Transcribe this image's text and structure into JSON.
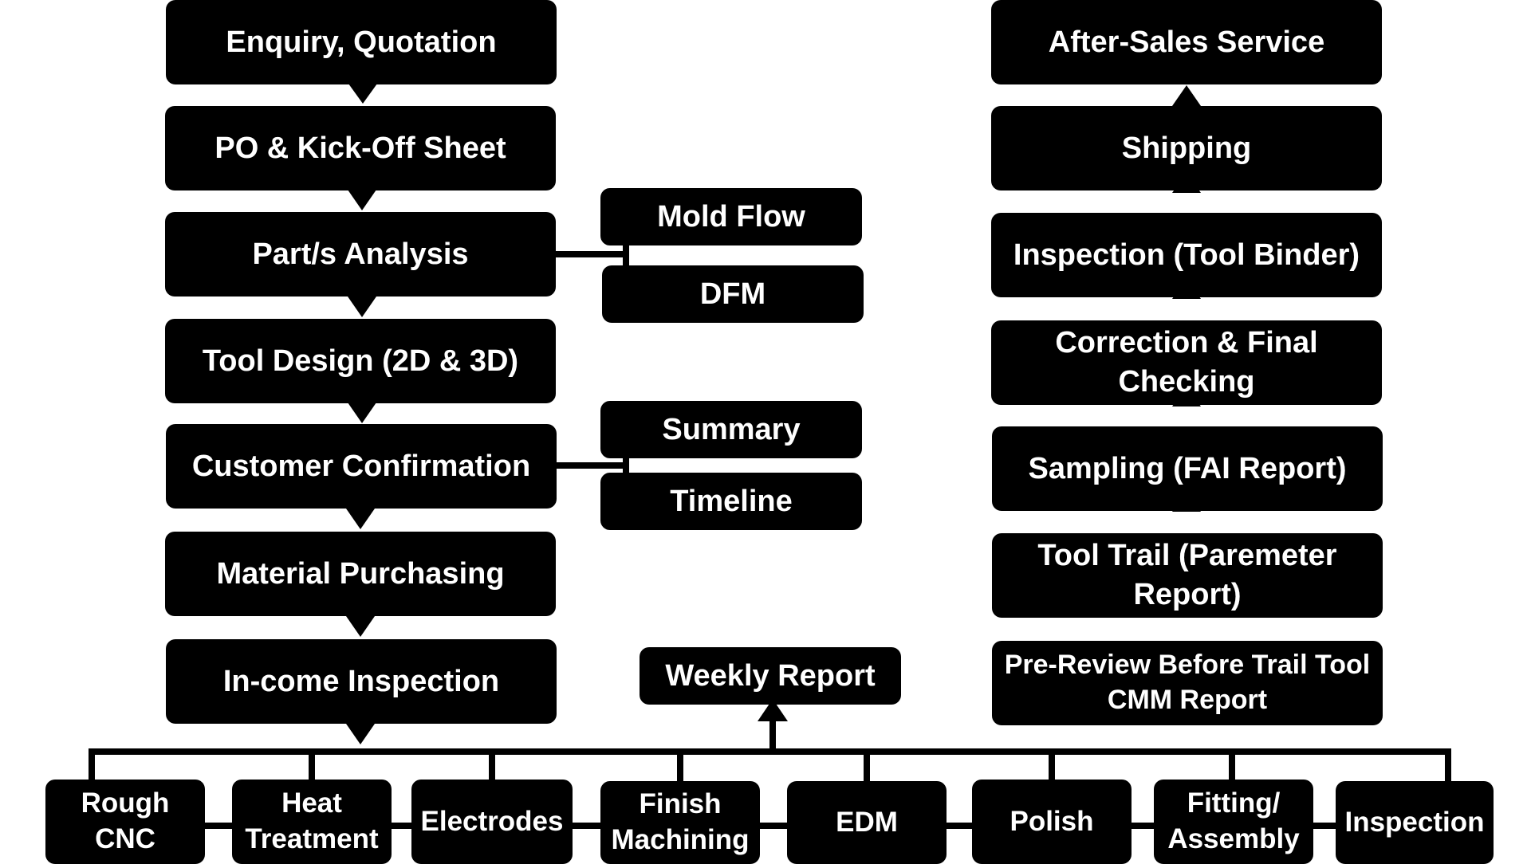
{
  "left_column": [
    {
      "id": "enquiry",
      "label": "Enquiry, Quotation"
    },
    {
      "id": "po",
      "label": "PO & Kick-Off Sheet"
    },
    {
      "id": "part-analysis",
      "label": "Part/s Analysis"
    },
    {
      "id": "tool-design",
      "label": "Tool Design (2D & 3D)"
    },
    {
      "id": "customer-confirmation",
      "label": "Customer Confirmation"
    },
    {
      "id": "material-purchasing",
      "label": "Material Purchasing"
    },
    {
      "id": "incoming-inspection",
      "label": "In-come Inspection"
    }
  ],
  "side_boxes": {
    "part_analysis": [
      {
        "id": "mold-flow",
        "label": "Mold Flow"
      },
      {
        "id": "dfm",
        "label": "DFM"
      }
    ],
    "customer_confirmation": [
      {
        "id": "summary",
        "label": "Summary"
      },
      {
        "id": "timeline",
        "label": "Timeline"
      }
    ],
    "weekly_report": {
      "id": "weekly-report",
      "label": "Weekly Report"
    }
  },
  "manufacturing_steps": [
    {
      "id": "rough-cnc",
      "label": "Rough CNC"
    },
    {
      "id": "heat-treatment",
      "label": "Heat Treatment"
    },
    {
      "id": "electrodes",
      "label": "Electrodes"
    },
    {
      "id": "finish-machining",
      "label": "Finish Machining"
    },
    {
      "id": "edm",
      "label": "EDM"
    },
    {
      "id": "polish",
      "label": "Polish"
    },
    {
      "id": "fitting-assembly",
      "label": "Fitting/ Assembly"
    },
    {
      "id": "inspection",
      "label": "Inspection"
    }
  ],
  "right_column": [
    {
      "id": "pre-review",
      "label": "Pre-Review Before Trail Tool CMM Report"
    },
    {
      "id": "tool-trail",
      "label": "Tool Trail (Paremeter Report)"
    },
    {
      "id": "sampling",
      "label": "Sampling (FAI Report)"
    },
    {
      "id": "correction",
      "label": "Correction & Final Checking"
    },
    {
      "id": "inspection-tool-binder",
      "label": "Inspection (Tool Binder)"
    },
    {
      "id": "shipping",
      "label": "Shipping"
    },
    {
      "id": "after-sales",
      "label": "After-Sales Service"
    }
  ],
  "colors": {
    "box_fill": "#000000",
    "box_text": "#ffffff",
    "connector": "#000000",
    "background": "#ffffff"
  }
}
